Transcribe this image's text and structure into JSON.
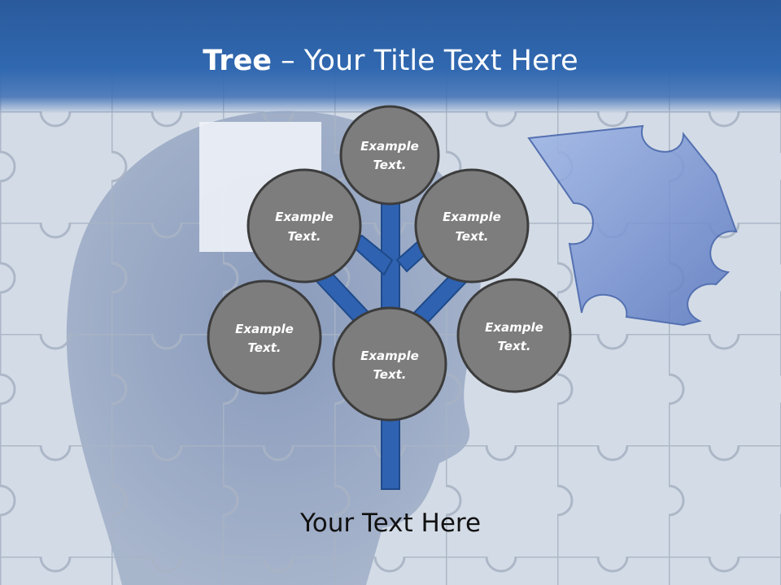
{
  "slide": {
    "title_bold": "Tree",
    "title_rest": " – Your Title Text Here",
    "footer_text": "Your Text Here"
  },
  "diagram": {
    "nodes": [
      {
        "id": "top",
        "line1": "Example",
        "line2": "Text."
      },
      {
        "id": "upper-left",
        "line1": "Example",
        "line2": "Text."
      },
      {
        "id": "upper-right",
        "line1": "Example",
        "line2": "Text."
      },
      {
        "id": "lower-left",
        "line1": "Example",
        "line2": "Text."
      },
      {
        "id": "center",
        "line1": "Example",
        "line2": "Text."
      },
      {
        "id": "right",
        "line1": "Example",
        "line2": "Text."
      }
    ]
  },
  "colors": {
    "title_band": "#2a5a9c",
    "node_fill": "#7d7d7d",
    "node_stroke": "#3c3c3c",
    "branch_fill": "#2f62b0",
    "branch_stroke": "#1e4a8a",
    "missing_piece": "#6f8fd0"
  }
}
